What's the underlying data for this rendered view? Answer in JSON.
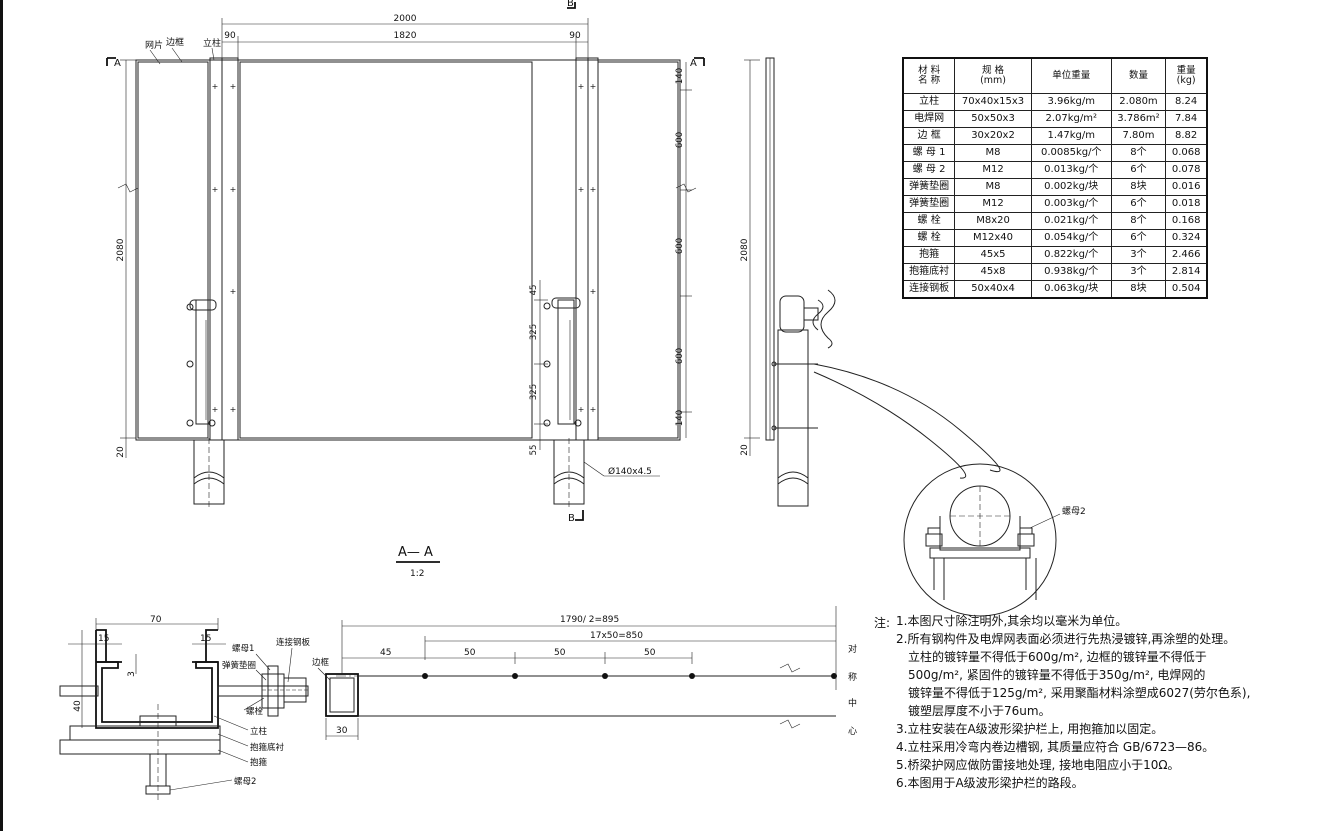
{
  "dimensions": {
    "top_total": "2000",
    "top_inner": "1820",
    "side_left": "90",
    "side_right": "90",
    "height_main": "2080",
    "height_side": "2080",
    "base_left": "20",
    "base_side": "20",
    "seg_top": "140",
    "seg_600a": "600",
    "seg_600b": "600",
    "seg_600c": "600",
    "seg_bottom": "140",
    "bolt_45": "45",
    "bolt_325a": "325",
    "bolt_325b": "325",
    "bolt_55": "55",
    "pipe_dia": "Ø140x4.5"
  },
  "labels": {
    "section_a_left": "A",
    "section_a_right": "A",
    "section_b_top": "B",
    "section_b_bottom": "B",
    "mesh_panel": "网片",
    "edge_frame": "边框",
    "post": "立柱"
  },
  "detail_nut2": "螺母2",
  "section_view": {
    "title": "A— A",
    "scale": "1:2",
    "dim_70": "70",
    "dim_15a": "15",
    "dim_15b": "15",
    "dim_3": "3",
    "dim_40": "40",
    "dim_30": "30",
    "dim_895": "1790/ 2=895",
    "dim_850": "17x50=850",
    "dim_45": "45",
    "dim_50a": "50",
    "dim_50b": "50",
    "dim_50c": "50",
    "label_nut1": "螺母1",
    "label_washer": "弹簧垫圈",
    "label_plate": "连接钢板",
    "label_frame": "边框",
    "label_bolt": "螺栓",
    "label_post": "立柱",
    "label_liner": "抱箍底衬",
    "label_hoop": "抱箍",
    "label_nut2": "螺母2",
    "label_sym1": "对",
    "label_sym2": "称",
    "label_sym3": "中",
    "label_sym4": "心"
  },
  "materials_table": {
    "headers": [
      [
        "材 料",
        "名 称"
      ],
      [
        "规 格",
        "(mm)"
      ],
      [
        "单位重量"
      ],
      [
        "数量"
      ],
      [
        "重量",
        "(kg)"
      ]
    ],
    "rows": [
      [
        "立柱",
        "70x40x15x3",
        "3.96kg/m",
        "2.080m",
        "8.24"
      ],
      [
        "电焊网",
        "50x50x3",
        "2.07kg/m²",
        "3.786m²",
        "7.84"
      ],
      [
        "边 框",
        "30x20x2",
        "1.47kg/m",
        "7.80m",
        "8.82"
      ],
      [
        "螺 母 1",
        "M8",
        "0.0085kg/个",
        "8个",
        "0.068"
      ],
      [
        "螺 母 2",
        "M12",
        "0.013kg/个",
        "6个",
        "0.078"
      ],
      [
        "弹簧垫圈",
        "M8",
        "0.002kg/块",
        "8块",
        "0.016"
      ],
      [
        "弹簧垫圈",
        "M12",
        "0.003kg/个",
        "6个",
        "0.018"
      ],
      [
        "螺 栓",
        "M8x20",
        "0.021kg/个",
        "8个",
        "0.168"
      ],
      [
        "螺 栓",
        "M12x40",
        "0.054kg/个",
        "6个",
        "0.324"
      ],
      [
        "抱箍",
        "45x5",
        "0.822kg/个",
        "3个",
        "2.466"
      ],
      [
        "抱箍底衬",
        "45x8",
        "0.938kg/个",
        "3个",
        "2.814"
      ],
      [
        "连接钢板",
        "50x40x4",
        "0.063kg/块",
        "8块",
        "0.504"
      ]
    ]
  },
  "notes": {
    "prefix": "注:",
    "n1": "1.本图尺寸除注明外,其余均以毫米为单位。",
    "n2": "2.所有钢构件及电焊网表面必须进行先热浸镀锌,再涂塑的处理。",
    "n2c1": "立柱的镀锌量不得低于600g/m², 边框的镀锌量不得低于",
    "n2c2": "500g/m², 紧固件的镀锌量不得低于350g/m², 电焊网的",
    "n2c3": "镀锌量不得低于125g/m², 采用聚酯材料涂塑成6027(劳尔色系),",
    "n2c4": "镀塑层厚度不小于76um。",
    "n3": "3.立柱安装在A级波形梁护栏上, 用抱箍加以固定。",
    "n4": "4.立柱采用冷弯内卷边槽钢, 其质量应符合 GB/6723—86。",
    "n5": "5.桥梁护网应做防雷接地处理, 接地电阻应小于10Ω。",
    "n6": "6.本图用于A级波形梁护栏的路段。"
  }
}
